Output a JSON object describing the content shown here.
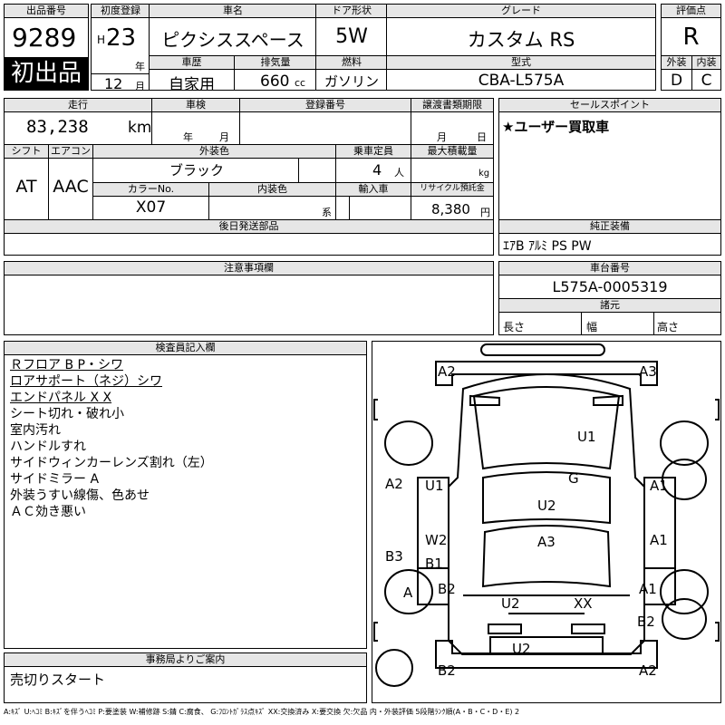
{
  "header": {
    "lot_no_label": "出品番号",
    "lot_no": "9289",
    "first_listing": "初出品",
    "first_reg_label": "初度登録",
    "era": "H",
    "year": "23",
    "year_unit": "年",
    "month": "12",
    "month_unit": "月",
    "car_name_label": "車名",
    "car_name": "ピクシススペース",
    "history_label": "車歴",
    "history": "自家用",
    "doors_label": "ドア形状",
    "doors": "5W",
    "displacement_label": "排気量",
    "displacement": "660",
    "displacement_unit": "cc",
    "fuel_label": "燃料",
    "fuel": "ガソリン",
    "grade_label": "グレード",
    "grade": "カスタム RS",
    "model_label": "型式",
    "model": "CBA-L575A",
    "score_label": "評価点",
    "score": "R",
    "exterior_label": "外装",
    "exterior": "D",
    "interior_label": "内装",
    "interior": "C"
  },
  "specs": {
    "mileage_label": "走行",
    "mileage": "83,238",
    "mileage_unit": "km",
    "inspection_label": "車検",
    "inspection_year_unit": "年",
    "inspection_month_unit": "月",
    "reg_no_label": "登録番号",
    "transfer_label": "譲渡書類期限",
    "transfer_month_unit": "月",
    "transfer_day_unit": "日",
    "shift_label": "シフト",
    "shift": "AT",
    "ac_label": "エアコン",
    "ac": "AAC",
    "ext_color_label": "外装色",
    "ext_color": "ブラック",
    "color_no_label": "カラーNo.",
    "color_no": "X07",
    "int_color_label": "内装色",
    "int_color_unit": "系",
    "capacity_label": "乗車定員",
    "capacity": "4",
    "capacity_unit": "人",
    "max_load_label": "最大積載量",
    "max_load_unit": "kg",
    "import_label": "輸入車",
    "recycle_label": "リサイクル預託金",
    "recycle": "8,380",
    "recycle_unit": "円",
    "parts_label": "後日発送部品"
  },
  "sales_point": {
    "label": "セールスポイント",
    "text": "★ユーザー買取車"
  },
  "equipment": {
    "label": "純正装備",
    "text": "ｴｱB ｱﾙﾐ PS PW"
  },
  "notes_label": "注意事項欄",
  "chassis": {
    "label": "車台番号",
    "value": "L575A-0005319",
    "dims_label": "諸元",
    "length": "長さ",
    "width": "幅",
    "height": "高さ"
  },
  "inspector": {
    "label": "検査員記入欄",
    "lines": [
      "Ｒフロア B P・シワ",
      "ロアサポート（ネジ）シワ",
      "エンドパネル X X",
      "シート切れ・破れ小",
      "室内汚れ",
      "ハンドルすれ",
      "サイドウィンカーレンズ割れ（左）",
      "サイドミラー A",
      "外装うすい線傷、色あせ",
      "ＡＣ効き悪い"
    ]
  },
  "office": {
    "label": "事務局よりご案内",
    "text": "売切りスタート"
  },
  "legend": "A:ｷｽﾞ U:ﾍｺﾐ B:ｷｽﾞを伴うﾍｺﾐ P:要塗装 W:補修跡 S:錆 C:腐食、 G:ﾌﾛﾝﾄｶﾞﾗｽ点ｷｽﾞ XX:交換済み X:要交換 欠:欠品 内・外装評価 5段階ﾗﾝｸ順(A・B・C・D・E) 2",
  "diagram": {
    "marks": [
      "A2",
      "A3",
      "U1",
      "G",
      "A2",
      "U1",
      "A1",
      "U2",
      "W2",
      "A3",
      "B3",
      "B1",
      "A1",
      "A",
      "B2",
      "U2",
      "XX",
      "A1",
      "B2",
      "U2",
      "B2",
      "A2"
    ]
  }
}
